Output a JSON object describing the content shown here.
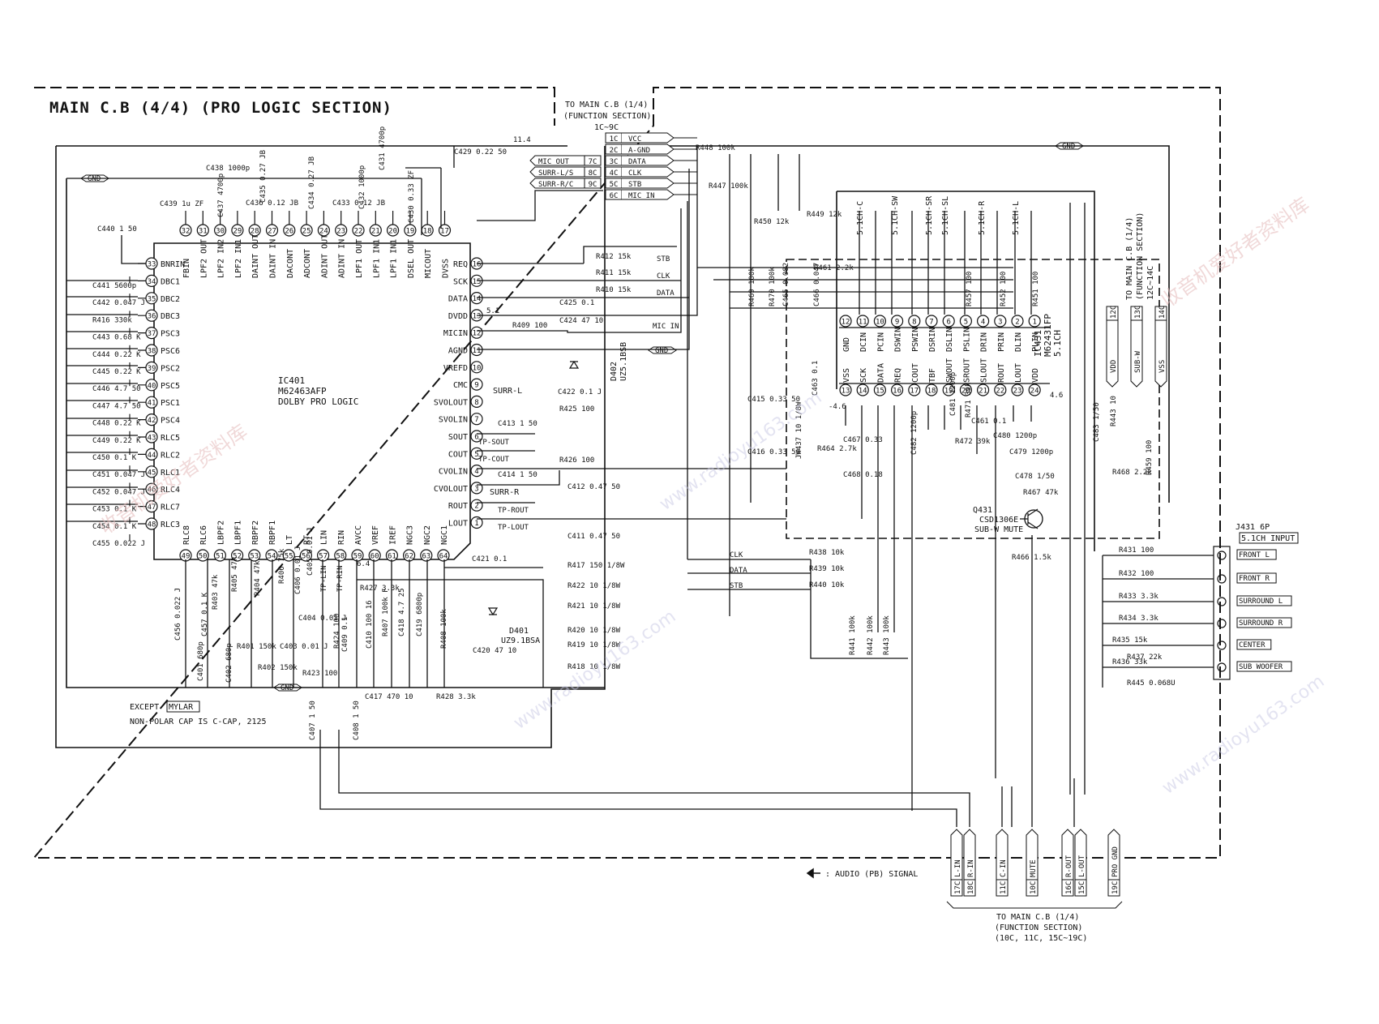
{
  "title": "MAIN C.B (4/4) (PRO LOGIC SECTION)",
  "to_main_top": [
    "TO MAIN C.B (1/4)",
    "(FUNCTION SECTION)",
    "1C~9C"
  ],
  "to_main_right": [
    "TO MAIN C.B (1/4)",
    "(FUNCTION SECTION)",
    "12C~14C"
  ],
  "to_main_bottom": [
    "TO MAIN C.B (1/4)",
    "(FUNCTION SECTION)",
    "(10C, 11C, 15C~19C)"
  ],
  "ic401": [
    "IC401",
    "M62463AFP",
    "DOLBY PRO LOGIC"
  ],
  "ic431": [
    "IC431",
    "M62431FP",
    "5.1CH"
  ],
  "connector_top": [
    {
      "pin": "1C",
      "sig": "VCC"
    },
    {
      "pin": "2C",
      "sig": "A-GND"
    },
    {
      "pin": "3C",
      "sig": "DATA"
    },
    {
      "pin": "4C",
      "sig": "CLK"
    },
    {
      "pin": "5C",
      "sig": "STB"
    },
    {
      "pin": "6C",
      "sig": "MIC IN"
    }
  ],
  "out_boxes": [
    {
      "sig": "MIC OUT",
      "pin": "7C"
    },
    {
      "sig": "SURR-L/S",
      "pin": "8C"
    },
    {
      "sig": "SURR-R/C",
      "pin": "9C"
    }
  ],
  "ic401_left_pins": [
    {
      "n": "33",
      "name": "BNRIN"
    },
    {
      "n": "34",
      "name": "DBC1"
    },
    {
      "n": "35",
      "name": "DBC2"
    },
    {
      "n": "36",
      "name": "DBC3"
    },
    {
      "n": "37",
      "name": "PSC3"
    },
    {
      "n": "38",
      "name": "PSC6"
    },
    {
      "n": "39",
      "name": "PSC2"
    },
    {
      "n": "40",
      "name": "PSC5"
    },
    {
      "n": "41",
      "name": "PSC1"
    },
    {
      "n": "42",
      "name": "PSC4"
    },
    {
      "n": "43",
      "name": "RLC5"
    },
    {
      "n": "44",
      "name": "RLC2"
    },
    {
      "n": "45",
      "name": "RLC1"
    },
    {
      "n": "46",
      "name": "RLC4"
    },
    {
      "n": "47",
      "name": "RLC7"
    },
    {
      "n": "48",
      "name": "RLC3"
    }
  ],
  "ic401_right_pins": [
    {
      "n": "16",
      "name": "REQ"
    },
    {
      "n": "15",
      "name": "SCK"
    },
    {
      "n": "14",
      "name": "DATA"
    },
    {
      "n": "13",
      "name": "DVDD"
    },
    {
      "n": "12",
      "name": "MICIN"
    },
    {
      "n": "11",
      "name": "AGND"
    },
    {
      "n": "10",
      "name": "VREFD"
    },
    {
      "n": "9",
      "name": "CMC"
    },
    {
      "n": "8",
      "name": "SVOLOUT"
    },
    {
      "n": "7",
      "name": "SVOLIN"
    },
    {
      "n": "6",
      "name": "SOUT"
    },
    {
      "n": "5",
      "name": "COUT"
    },
    {
      "n": "4",
      "name": "CVOLIN"
    },
    {
      "n": "3",
      "name": "CVOLOUT"
    },
    {
      "n": "2",
      "name": "ROUT"
    },
    {
      "n": "1",
      "name": "LOUT"
    }
  ],
  "ic401_top_pins": [
    {
      "n": "32",
      "name": "FBIN"
    },
    {
      "n": "31",
      "name": "LPF2 OUT"
    },
    {
      "n": "30",
      "name": "LPF2 IN2"
    },
    {
      "n": "29",
      "name": "LPF2 IN1"
    },
    {
      "n": "28",
      "name": "DAINT OUT"
    },
    {
      "n": "27",
      "name": "DAINT IN"
    },
    {
      "n": "26",
      "name": "DACONT"
    },
    {
      "n": "25",
      "name": "ADCONT"
    },
    {
      "n": "24",
      "name": "ADINT OUT"
    },
    {
      "n": "23",
      "name": "ADINT IN"
    },
    {
      "n": "22",
      "name": "LPF1 OUT"
    },
    {
      "n": "21",
      "name": "LPF1 IN1"
    },
    {
      "n": "20",
      "name": "LPF1 IN1"
    },
    {
      "n": "19",
      "name": "DSEL OUT"
    },
    {
      "n": "18",
      "name": "MICOUT"
    },
    {
      "n": "17",
      "name": "DVSS"
    }
  ],
  "ic401_bottom_pins": [
    {
      "n": "49",
      "name": "RLC8"
    },
    {
      "n": "50",
      "name": "RLC6"
    },
    {
      "n": "51",
      "name": "LBPF2"
    },
    {
      "n": "52",
      "name": "LBPF1"
    },
    {
      "n": "53",
      "name": "RBPF2"
    },
    {
      "n": "54",
      "name": "RBPF1"
    },
    {
      "n": "55",
      "name": "LT"
    },
    {
      "n": "56",
      "name": "RT"
    },
    {
      "n": "57",
      "name": "LIN"
    },
    {
      "n": "58",
      "name": "RIN"
    },
    {
      "n": "59",
      "name": "AVCC"
    },
    {
      "n": "60",
      "name": "VREF"
    },
    {
      "n": "61",
      "name": "IREF"
    },
    {
      "n": "62",
      "name": "NGC3"
    },
    {
      "n": "63",
      "name": "NGC2"
    },
    {
      "n": "64",
      "name": "NGC1"
    }
  ],
  "ic431_top_pins": [
    {
      "n": "12",
      "name": "GND"
    },
    {
      "n": "11",
      "name": "DCIN"
    },
    {
      "n": "10",
      "name": "PCIN"
    },
    {
      "n": "9",
      "name": "DSWIN"
    },
    {
      "n": "8",
      "name": "PSWIN"
    },
    {
      "n": "7",
      "name": "DSRIN"
    },
    {
      "n": "6",
      "name": "DSLIN"
    },
    {
      "n": "5",
      "name": "PSLIN"
    },
    {
      "n": "4",
      "name": "DRIN"
    },
    {
      "n": "3",
      "name": "PRIN"
    },
    {
      "n": "2",
      "name": "DLIN"
    },
    {
      "n": "1",
      "name": "PLIN"
    }
  ],
  "ic431_bottom_pins": [
    {
      "n": "13",
      "name": "VSS"
    },
    {
      "n": "14",
      "name": "SCK"
    },
    {
      "n": "15",
      "name": "DATA"
    },
    {
      "n": "16",
      "name": "REQ"
    },
    {
      "n": "17",
      "name": "COUT"
    },
    {
      "n": "18",
      "name": "TBF"
    },
    {
      "n": "19",
      "name": "SWOUT"
    },
    {
      "n": "20",
      "name": "SROUT"
    },
    {
      "n": "21",
      "name": "SLOUT"
    },
    {
      "n": "22",
      "name": "ROUT"
    },
    {
      "n": "23",
      "name": "LOUT"
    },
    {
      "n": "24",
      "name": "VDD"
    }
  ],
  "ch_inputs": [
    "5.1CH-C",
    "5.1CH-SW",
    "5.1CH-SR",
    "5.1CH-SL",
    "5.1CH-R",
    "5.1CH-L"
  ],
  "right_connector_pins": [
    {
      "pin": "12C",
      "sig": "VDD"
    },
    {
      "pin": "13C",
      "sig": "SUB-W"
    },
    {
      "pin": "14C",
      "sig": "VSS"
    }
  ],
  "jack": {
    "label": "J431 6P",
    "name": "5.1CH INPUT",
    "inputs": [
      {
        "name": "FRONT L",
        "r": "R431 100"
      },
      {
        "name": "FRONT R",
        "r": "R432 100"
      },
      {
        "name": "SURROUND L",
        "r": "R433 3.3k"
      },
      {
        "name": "SURROUND R",
        "r": "R434 3.3k"
      },
      {
        "name": "CENTER",
        "r": "R435 15k"
      },
      {
        "name": "SUB WOOFER",
        "r": "R436 33k"
      }
    ]
  },
  "bottom_connector": [
    {
      "pin": "17C",
      "sig": "L-IN"
    },
    {
      "pin": "18C",
      "sig": "R-IN"
    },
    {
      "pin": "11C",
      "sig": "C-IN"
    },
    {
      "pin": "10C",
      "sig": "MUTE"
    },
    {
      "pin": "16C",
      "sig": "R-OUT"
    },
    {
      "pin": "15C",
      "sig": "L-OUT"
    },
    {
      "pin": "19C",
      "sig": "PRO GND"
    }
  ],
  "legend": ": AUDIO (PB) SIGNAL",
  "note": [
    "EXCEPT",
    "MYLAR",
    "NON-POLAR CAP IS C-CAP, 2125"
  ],
  "transistor": [
    "Q431",
    "CSD1306E",
    "SUB-W MUTE"
  ],
  "diodes": {
    "d402": [
      "D402",
      "UZ5.1BSB"
    ],
    "d401": [
      "D401",
      "UZ9.1BSA"
    ]
  },
  "gnd_label": "GND",
  "surr": {
    "surr_l": "SURR-L",
    "surr_r": "SURR-R"
  },
  "test_points": [
    "TP-SOUT",
    "TP-COUT",
    "TP-ROUT",
    "TP-LOUT",
    "TP-LIN",
    "TP-RIN"
  ],
  "mid_signals": [
    "CLK",
    "DATA",
    "STB"
  ],
  "top_signals": [
    "STB",
    "CLK",
    "DATA",
    "MIC IN"
  ],
  "left_parts": [
    "C441 5600p",
    "C442 0.047 J",
    "R416 330k",
    "C443 0.68 K",
    "C444 0.22 K",
    "C445 0.22 K",
    "C446 4.7 50",
    "C447 4.7 50",
    "C448 0.22 K",
    "C449 0.22 K",
    "C450 0.1 K",
    "C451 0.047 J",
    "C452 0.047 J",
    "C453 0.1 K",
    "C454 0.1 K",
    "C455 0.022 J"
  ],
  "top_parts": [
    "C440 1 50",
    "C439 1u ZF",
    "C438 1000p",
    "C437 4700p",
    "C436 0.12 JB",
    "C435 0.27 JB",
    "C434 0.27 JB",
    "C433 0.12 JB",
    "C432 1000p",
    "C431 4700p",
    "C430 0.33 ZF",
    "C429 0.22 50",
    "11.4"
  ],
  "right_parts": [
    "R412 15k",
    "R411 15k",
    "R410 15k",
    "R409 100",
    "C425 0.1",
    "C424 47 10",
    "C422 0.1 J",
    "C413 1 50",
    "R425 100",
    "R426 100",
    "C414 1 50",
    "C412 0.47 50",
    "C411 0.47 50",
    "5.1",
    "R448 100k",
    "R447 100k",
    "R450 12k",
    "R449 12k"
  ],
  "bottom_parts": [
    "C456 0.022 J",
    "C457 0.1 K",
    "R403 47k",
    "R405 47k",
    "R404 47k",
    "R406 75k",
    "C406 0.01 J",
    "C405 0.01 J",
    "C404 0.01 J",
    "C403 0.01 J",
    "R401 150k",
    "R402 150k",
    "C401 680p",
    "C402 680p",
    "R423 100",
    "R424 100",
    "C409 0.1",
    "R427 3.3k",
    "C410 100 16",
    "R407 100k F",
    "C418 4.7 25",
    "C419 6800p",
    "R408 100k",
    "C420 47 10",
    "C417 470 10",
    "R428 3.3k",
    "C421 0.1",
    "R417 150 1/8W",
    "R422 10 1/8W",
    "R421 10 1/8W",
    "R420 10 1/8W",
    "R419 10 1/8W",
    "R418 10 1/8W",
    "C407 1 50",
    "C408 1 50",
    "6.4"
  ],
  "ic431_parts": [
    "R469 100k",
    "R470 100k",
    "C465 0.082",
    "C466 0.047",
    "R461 2.2k",
    "R457 100",
    "R452 100",
    "R451 100",
    "C463 0.1",
    "C415 0.33 50",
    "C416 0.33 50",
    "JW437 10 1/8W",
    "R464 2.7k",
    "C467 0.33",
    "C468 0.18",
    "C482 1200p",
    "C481 1200p",
    "R472 39k",
    "R471 39k",
    "C461 0.1",
    "C480 1200p",
    "C479 1200p",
    "C478 1/50",
    "R467 47k",
    "R468 2.2k",
    "R459 100",
    "R443 10",
    "C483 1/50",
    "R438 10k",
    "R439 10k",
    "R440 10k",
    "R441 100k",
    "R442 100k",
    "R443 100k",
    "R466 1.5k",
    "R437 22k",
    "R445 0.068U",
    "-4.6",
    "4.6"
  ],
  "watermarks": [
    "www.radioyu163.com",
    "收音机爱好者资料库"
  ]
}
